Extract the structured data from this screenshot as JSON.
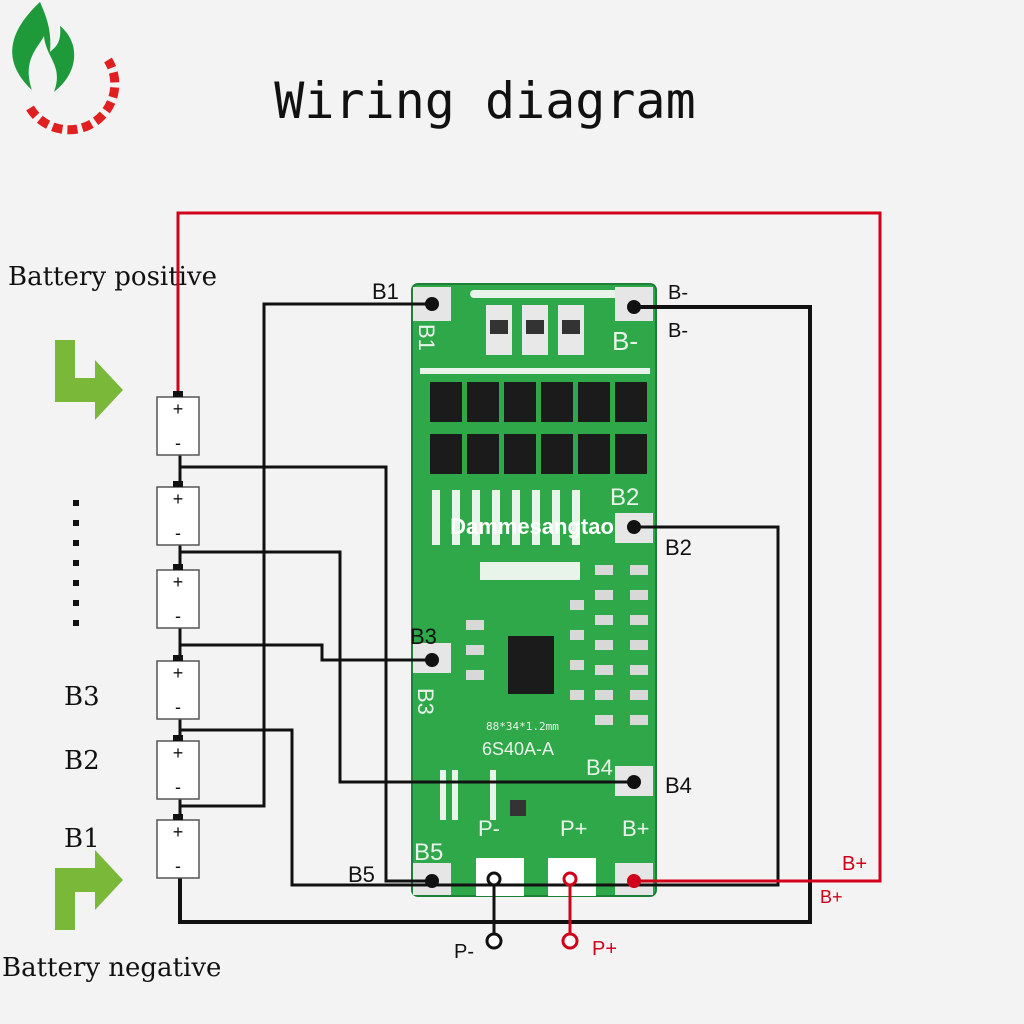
{
  "title": "Wiring diagram",
  "brand_watermark": "Dammesangtao",
  "battery_labels": {
    "positive": "Battery positive",
    "negative": "Battery negative",
    "b3": "B3",
    "b2": "B2",
    "b1": "B1"
  },
  "cell_symbols": {
    "plus": "+",
    "minus": "-"
  },
  "board": {
    "model": "6S40A-A",
    "dimensions": "88*34*1.2mm",
    "silk": {
      "b1": "B1",
      "b_minus": "B-",
      "b2": "B2",
      "b3": "B3",
      "b4": "B4",
      "b5": "B5",
      "p_minus": "P-",
      "p_plus": "P+",
      "b_plus": "B+"
    }
  },
  "pad_labels": {
    "b1": "B1",
    "b_minus_top": "B-",
    "b_minus": "B-",
    "b2": "B2",
    "b3": "B3",
    "b4": "B4",
    "b5": "B5",
    "b_plus_a": "B+",
    "b_plus_b": "B+",
    "p_minus": "P-",
    "p_plus": "P+"
  },
  "colors": {
    "wire": "#111111",
    "positive_wire": "#d0021b",
    "board": "#2fa84a",
    "arrow": "#7ab83a",
    "logo_red": "#e02020",
    "logo_green": "#1f9a3a"
  },
  "icons": {
    "logo": "flame-gear-logo",
    "arrow_positive": "bent-arrow-right-icon",
    "arrow_negative": "bent-arrow-up-right-icon"
  }
}
